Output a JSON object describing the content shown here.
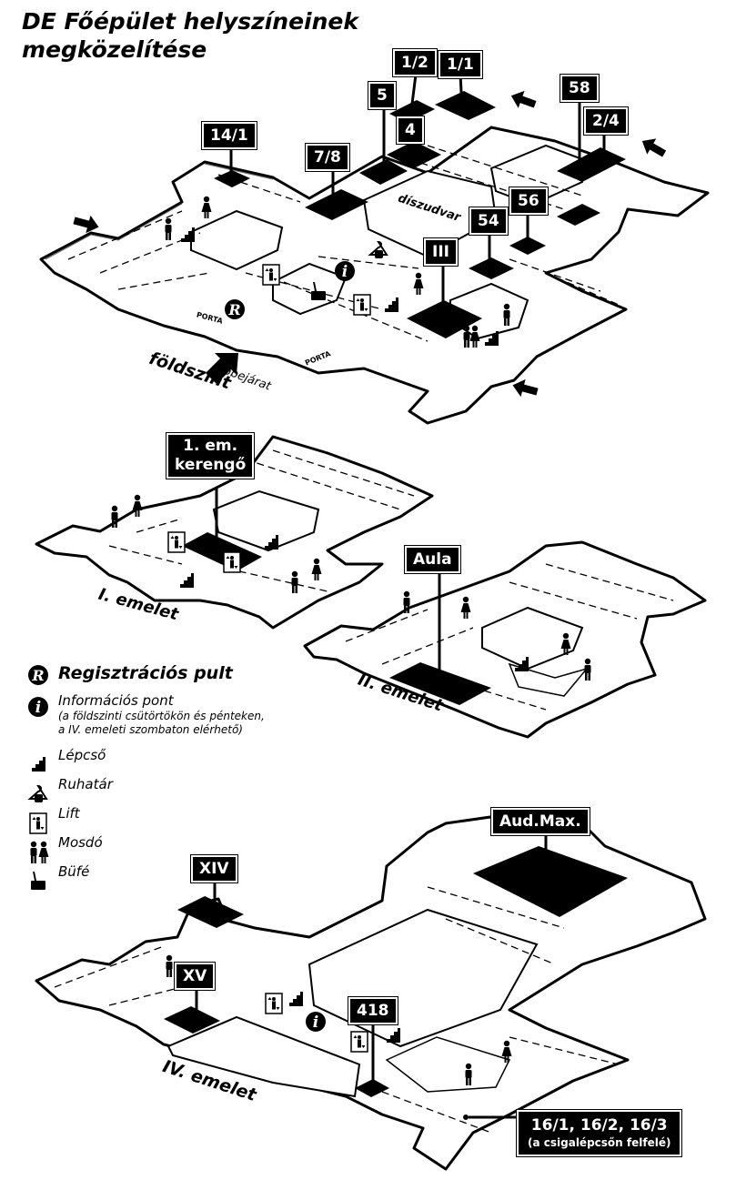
{
  "title": {
    "line1": "DE Főépület helyszíneinek",
    "line2": "megközelítése"
  },
  "ground_floor": {
    "label": "földszint",
    "main_entrance": "főbejárat",
    "courtyard": "díszudvar",
    "porta_1": "PORTA",
    "porta_2": "PORTA",
    "rooms": {
      "r1_2": "1/2",
      "r1_1": "1/1",
      "r5": "5",
      "r4": "4",
      "r58": "58",
      "r2_4": "2/4",
      "r14_1": "14/1",
      "r7_8": "7/8",
      "r56": "56",
      "r54": "54",
      "rIII": "III"
    }
  },
  "first_floor": {
    "label": "I. emelet",
    "corridor_line1": "1. em.",
    "corridor_line2": "kerengő"
  },
  "second_floor": {
    "label": "II. emelet",
    "aula": "Aula"
  },
  "fourth_floor": {
    "label": "IV. emelet",
    "rooms": {
      "audmax": "Aud.Max.",
      "xiv": "XIV",
      "xv": "XV",
      "r418": "418"
    },
    "stair_note_main": "16/1, 16/2, 16/3",
    "stair_note_sub": "(a csigalépcsőn felfelé)"
  },
  "legend": {
    "registration": "Regisztrációs pult",
    "info": "Információs pont",
    "info_note_1": "(a földszinti csütörtökön és pénteken,",
    "info_note_2": "a IV. emeleti szombaton elérhető)",
    "stairs": "Lépcső",
    "wardrobe": "Ruhatár",
    "lift": "Lift",
    "toilet": "Mosdó",
    "buffet": "Büfé"
  },
  "icons": [
    "registration-icon",
    "info-icon",
    "stairs-icon",
    "wardrobe-icon",
    "lift-icon",
    "toilet-icon",
    "buffet-icon",
    "entrance-arrow-icon"
  ]
}
